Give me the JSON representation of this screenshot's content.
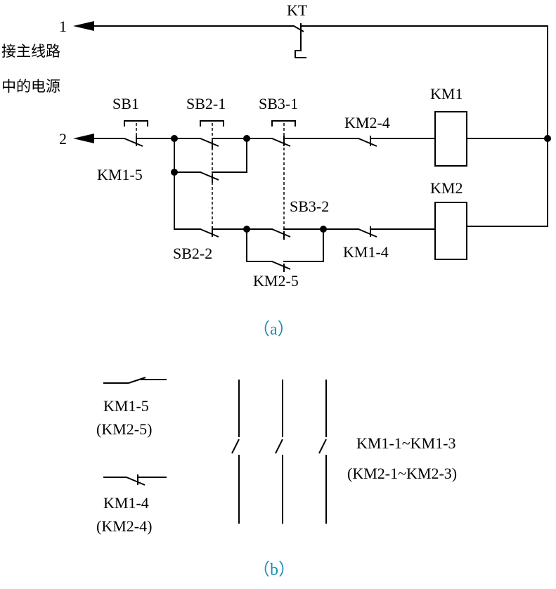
{
  "diagram_a": {
    "caption": "（a）",
    "terminal_1": "1",
    "terminal_2": "2",
    "terminal_note_line1": "接主线路",
    "terminal_note_line2": "中的电源",
    "labels": {
      "kt": "KT",
      "sb1": "SB1",
      "sb2_1": "SB2-1",
      "sb3_1": "SB3-1",
      "km2_4": "KM2-4",
      "km1_coil": "KM1",
      "km1_5": "KM1-5",
      "km2_coil": "KM2",
      "sb3_2": "SB3-2",
      "sb2_2": "SB2-2",
      "km1_4": "KM1-4",
      "km2_5": "KM2-5"
    }
  },
  "diagram_b": {
    "caption": "（b）",
    "no_contact_line1": "KM1-5",
    "no_contact_line2": "(KM2-5)",
    "nc_contact_line1": "KM1-4",
    "nc_contact_line2": "(KM2-4)",
    "main_contacts_line1": "KM1-1~KM1-3",
    "main_contacts_line2": "(KM2-1~KM2-3)"
  }
}
